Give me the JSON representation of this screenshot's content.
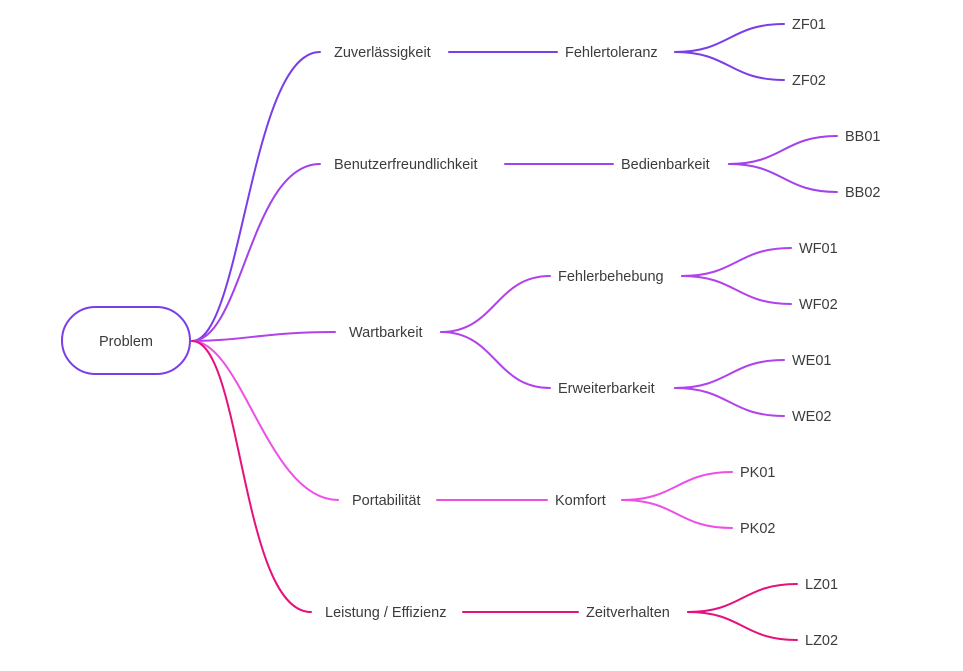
{
  "root": {
    "label": "Problem",
    "color": "#7a3ee8"
  },
  "branches": [
    {
      "label": "Zuverlässigkeit",
      "color": "#7a3ee8",
      "children": [
        {
          "label": "Fehlertoleranz",
          "leaves": [
            "ZF01",
            "ZF02"
          ]
        }
      ]
    },
    {
      "label": "Benutzerfreundlichkeit",
      "color": "#a341ec",
      "children": [
        {
          "label": "Bedienbarkeit",
          "leaves": [
            "BB01",
            "BB02"
          ]
        }
      ]
    },
    {
      "label": "Wartbarkeit",
      "color": "#b142ec",
      "children": [
        {
          "label": "Fehlerbehebung",
          "leaves": [
            "WF01",
            "WF02"
          ]
        },
        {
          "label": "Erweiterbarkeit",
          "leaves": [
            "WE01",
            "WE02"
          ]
        }
      ]
    },
    {
      "label": "Portabilität",
      "color": "#ee4fe6",
      "children": [
        {
          "label": "Komfort",
          "leaves": [
            "PK01",
            "PK02"
          ]
        }
      ]
    },
    {
      "label": "Leistung / Effizienz",
      "color": "#e5127d",
      "children": [
        {
          "label": "Zeitverhalten",
          "leaves": [
            "LZ01",
            "LZ02"
          ]
        }
      ]
    }
  ]
}
